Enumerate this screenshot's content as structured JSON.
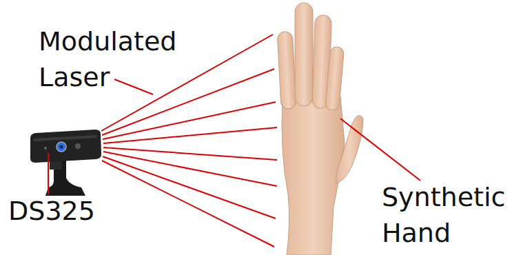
{
  "diagram": {
    "labels": [
      "Modulated Laser",
      "DS325",
      "Synthetic Hand"
    ]
  }
}
